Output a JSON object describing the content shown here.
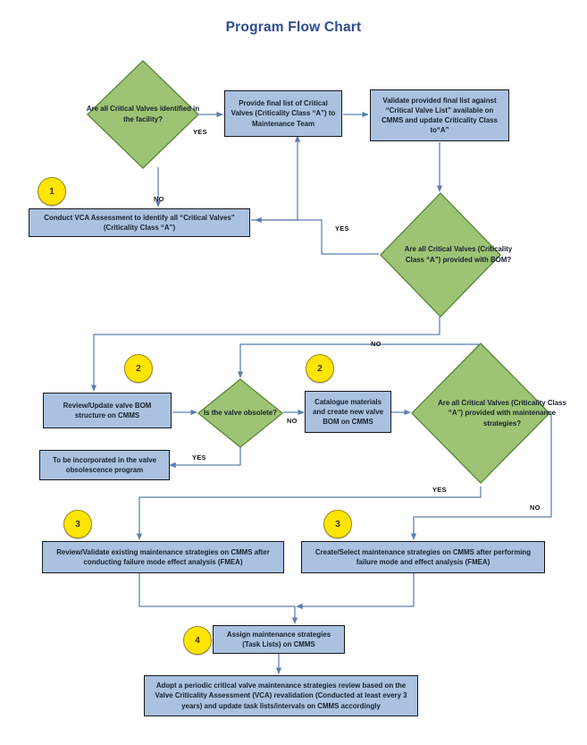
{
  "page": {
    "title": "Program Flow Chart"
  },
  "theme": {
    "title_color": "#2e4b8f",
    "process_fill": "#aac2e0",
    "process_border": "#16181a",
    "decision_fill": "#9dc474",
    "decision_border": "#5e8a3c",
    "badge_fill": "#ffe500",
    "connector_color": "#5b7fad",
    "background": "#ffffff"
  },
  "nodes": {
    "d1": {
      "type": "decision",
      "text": "Are all Critical Valves identified in the facility?"
    },
    "p1": {
      "type": "process",
      "text": "Provide final list of Critical Valves (Criticality Class “A”) to  Maintenance Team"
    },
    "p2": {
      "type": "process",
      "text": "Validate provided final list against “Critical Valve List” available on CMMS and update Criticality Class to“A”"
    },
    "p3": {
      "type": "process",
      "text": "Conduct VCA Assessment to identify all “Critical Valves” (Criticality Class “A”)"
    },
    "d2": {
      "type": "decision",
      "text": "Are all Critical Valves (Criticality Class “A”) provided with BOM?"
    },
    "p4": {
      "type": "process",
      "text": "Review/Update valve BOM structure on CMMS"
    },
    "d3": {
      "type": "decision",
      "text": "Is the valve obsolete?"
    },
    "p5": {
      "type": "process",
      "text": "Catalogue materials and create new valve BOM on CMMS"
    },
    "d4": {
      "type": "decision",
      "text": "Are all Critical Valves (Criticality Class “A”) provided with maintenance strategies?"
    },
    "p6": {
      "type": "process",
      "text": "To be incorporated in the valve obsolescence program"
    },
    "p7": {
      "type": "process",
      "text": "Review/Validate existing maintenance strategies on CMMS after conducting failure mode effect analysis (FMEA)"
    },
    "p8": {
      "type": "process",
      "text": "Create/Select maintenance strategies on CMMS after performing failure mode and effect analysis (FMEA)"
    },
    "p9": {
      "type": "process",
      "text": "Assign maintenance strategies (Task Lists) on CMMS"
    },
    "p10": {
      "type": "process",
      "text": "Adopt a periodic critical valve maintenance strategies review based on the Valve Criticality Assessment (VCA) revalidation (Conducted at least every 3 years) and update task lists/intervals on CMMS accordingly"
    }
  },
  "badges": [
    {
      "id": "badge-1",
      "label": "1"
    },
    {
      "id": "badge-2a",
      "label": "2"
    },
    {
      "id": "badge-2b",
      "label": "2"
    },
    {
      "id": "badge-3a",
      "label": "3"
    },
    {
      "id": "badge-3b",
      "label": "3"
    },
    {
      "id": "badge-4",
      "label": "4"
    }
  ],
  "edge_labels": {
    "d1_yes": "YES",
    "d1_no": "NO",
    "d2_yes": "YES",
    "d2_no": "NO",
    "d3_no": "NO",
    "d3_yes": "YES",
    "d4_yes": "YES",
    "d4_no": "NO"
  }
}
